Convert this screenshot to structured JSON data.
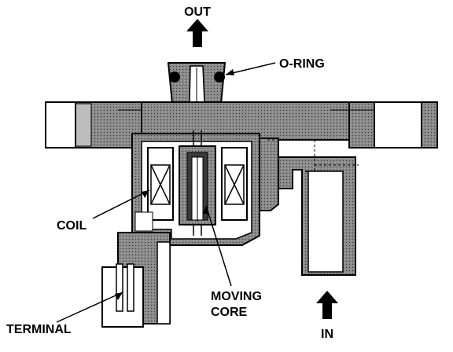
{
  "labels": {
    "out": "OUT",
    "o_ring": "O-RING",
    "coil": "COIL",
    "moving_core_line1": "MOVING",
    "moving_core_line2": "CORE",
    "terminal": "TERMINAL",
    "in": "IN"
  },
  "colors": {
    "ink": "#000000",
    "body_fill": "#8c8c8c",
    "highlight": "#ffffff",
    "background": "#ffffff"
  },
  "icons": {
    "out_arrow": "arrow-up-icon",
    "in_arrow": "arrow-up-icon"
  }
}
